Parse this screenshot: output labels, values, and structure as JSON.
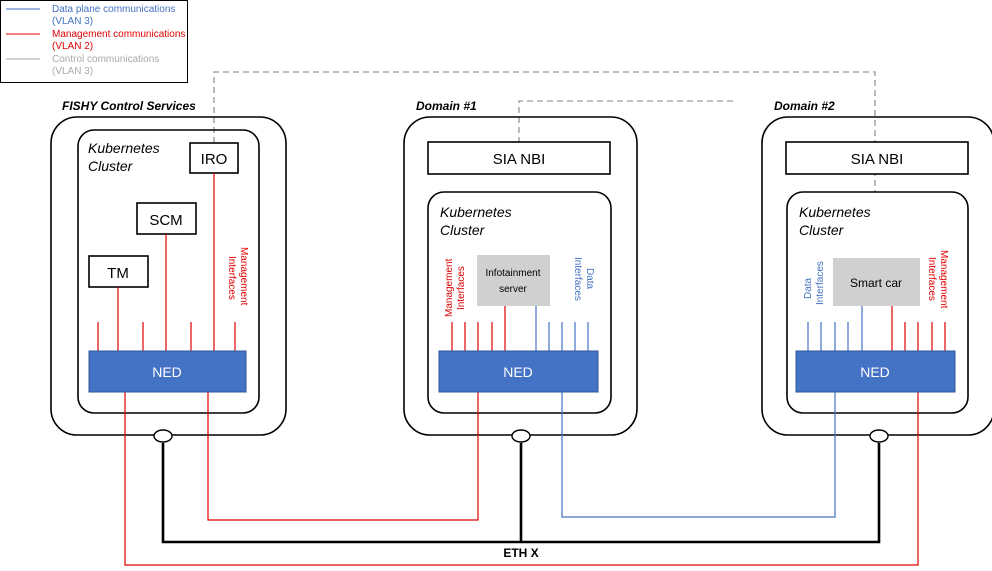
{
  "legend": {
    "data_plane": {
      "line1": "Data plane communications",
      "line2": "(VLAN 3)"
    },
    "management": {
      "line1": "Management communications",
      "line2": "(VLAN 2)"
    },
    "control": {
      "line1": "Control communications",
      "line2": "(VLAN 3)"
    }
  },
  "colors": {
    "data": "#4472c4",
    "management": "#e00000",
    "control": "#aaaaaa",
    "ned_fill": "#4472c4",
    "app_fill": "#d0d0d0"
  },
  "fishy": {
    "title": "FISHY Control Services",
    "cluster": {
      "line1": "Kubernetes",
      "line2": "Cluster"
    },
    "iro": "IRO",
    "scm": "SCM",
    "tm": "TM",
    "mgmt_label": {
      "line1": "Management",
      "line2": "Interfaces"
    },
    "ned": "NED"
  },
  "domain1": {
    "title": "Domain #1",
    "sia": "SIA NBI",
    "cluster": {
      "line1": "Kubernetes",
      "line2": "Cluster"
    },
    "app": {
      "line1": "Infotainment",
      "line2": "server"
    },
    "mgmt_label": {
      "line1": "Management",
      "line2": "Interfaces"
    },
    "data_label": {
      "line1": "Data",
      "line2": "Interfaces"
    },
    "ned": "NED"
  },
  "domain2": {
    "title": "Domain #2",
    "sia": "SIA NBI",
    "cluster": {
      "line1": "Kubernetes",
      "line2": "Cluster"
    },
    "app": "Smart car",
    "data_label": {
      "line1": "Data",
      "line2": "Interfaces"
    },
    "mgmt_label": {
      "line1": "Management",
      "line2": "Interfaces"
    },
    "ned": "NED"
  },
  "eth": "ETH X"
}
